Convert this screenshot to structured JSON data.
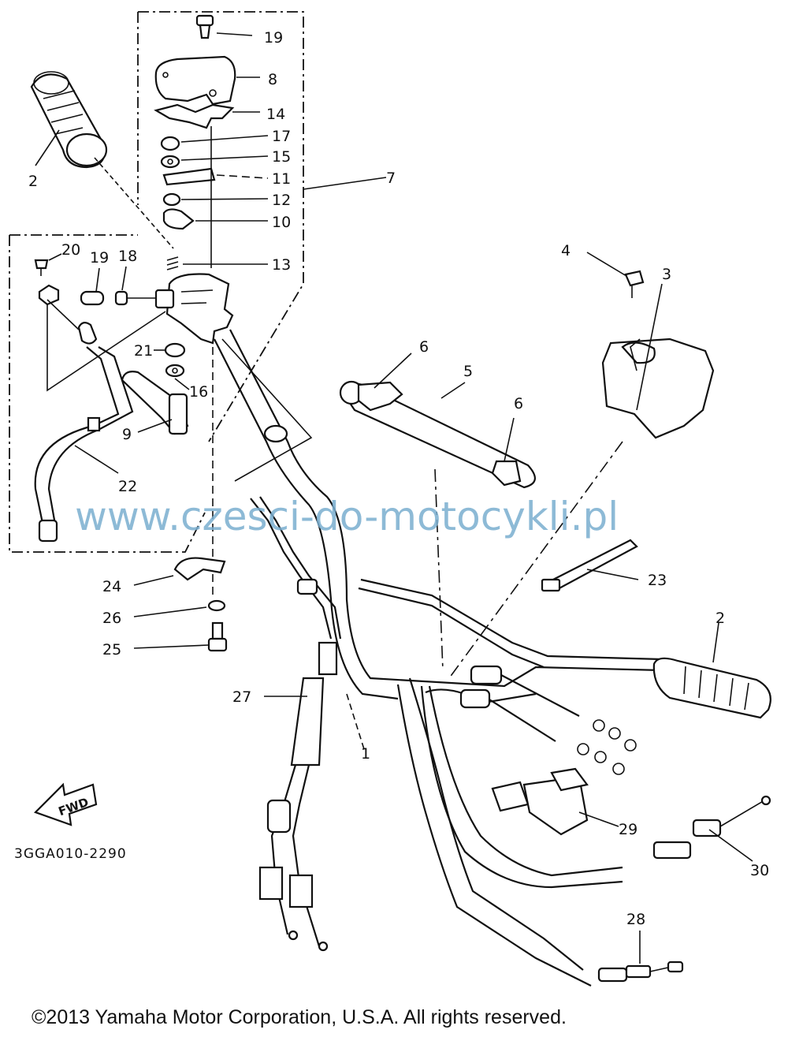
{
  "labels": {
    "p1": "1",
    "p2a": "2",
    "p2b": "2",
    "p3": "3",
    "p4": "4",
    "p5": "5",
    "p6a": "6",
    "p6b": "6",
    "p7": "7",
    "p8": "8",
    "p9": "9",
    "p10": "10",
    "p11": "11",
    "p12": "12",
    "p13": "13",
    "p14": "14",
    "p15": "15",
    "p16": "16",
    "p17": "17",
    "p18": "18",
    "p19a": "19",
    "p19b": "19",
    "p20": "20",
    "p21": "21",
    "p22": "22",
    "p23": "23",
    "p24": "24",
    "p25": "25",
    "p26": "26",
    "p27": "27",
    "p28": "28",
    "p29": "29",
    "p30": "30"
  },
  "fwd_marker": "FWD",
  "diagram_code": "3GGA010-2290",
  "watermark": "www.czesci-do-motocykli.pl",
  "copyright": "©2013 Yamaha Motor Corporation, U.S.A. All rights reserved."
}
